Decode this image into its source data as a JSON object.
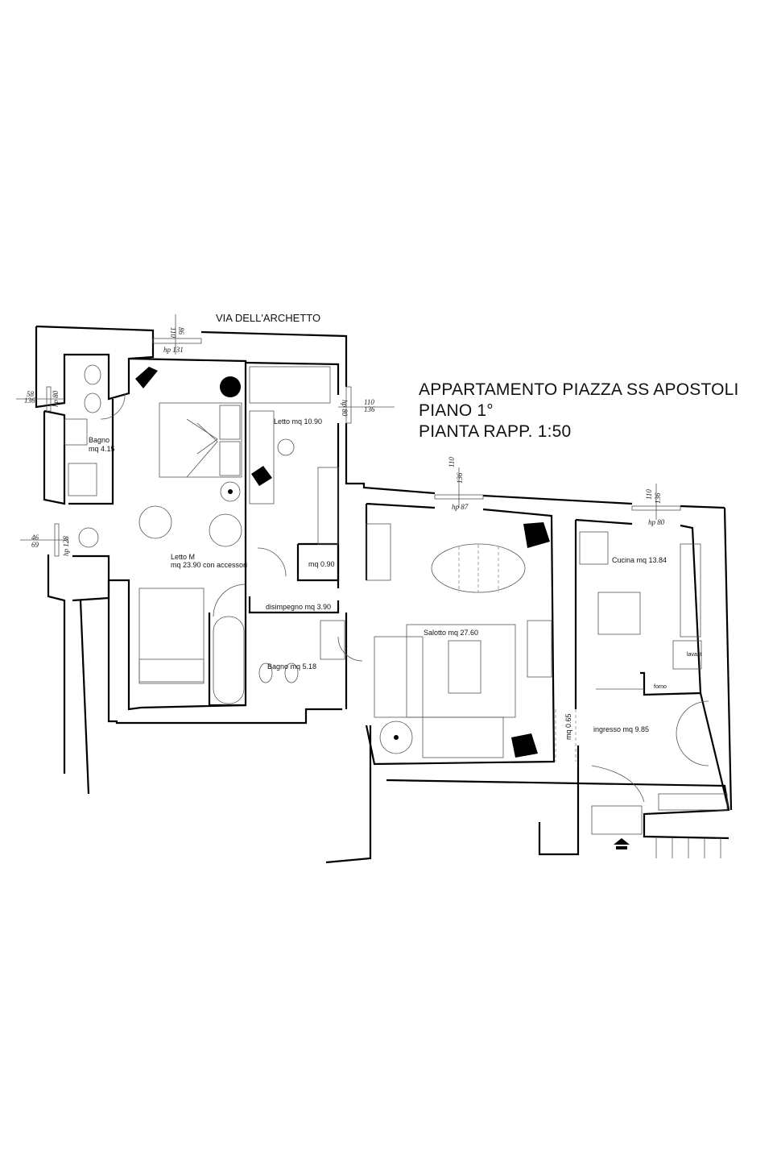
{
  "title": {
    "line1": "APPARTAMENTO PIAZZA SS APOSTOLI",
    "line2": "PIANO 1°",
    "line3": "PIANTA RAPP. 1:50"
  },
  "street": "VIA DELL'ARCHETTO",
  "rooms": {
    "bagno_small_name": "Bagno",
    "bagno_small_area": "mq 4.15",
    "letto_m_name": "Letto M",
    "letto_m_area": "mq 23.90 con accessori",
    "letto": "Letto mq 10.90",
    "closet": "mq 0.90",
    "disimpegno": "disimpegno mq 3.90",
    "bagno": "Bagno mq 5.18",
    "salotto": "Salotto mq 27.60",
    "cucina": "Cucina mq 13.84",
    "lavast": "lavast",
    "forno": "forno",
    "passage": "mq 0.65",
    "ingresso": "ingresso mq 9.85"
  },
  "windows": [
    {
      "top": "110",
      "bottom": "86",
      "sill": "hp 131"
    },
    {
      "top": "58",
      "bottom": "136",
      "sill": "hp 80"
    },
    {
      "top": "46",
      "bottom": "69",
      "sill": "hp 128"
    },
    {
      "top": "110",
      "bottom": "136",
      "sill": "hp 80"
    },
    {
      "top": "110",
      "bottom": "136",
      "sill": "hp 87"
    },
    {
      "top": "110",
      "bottom": "136",
      "sill": "hp 80"
    }
  ]
}
